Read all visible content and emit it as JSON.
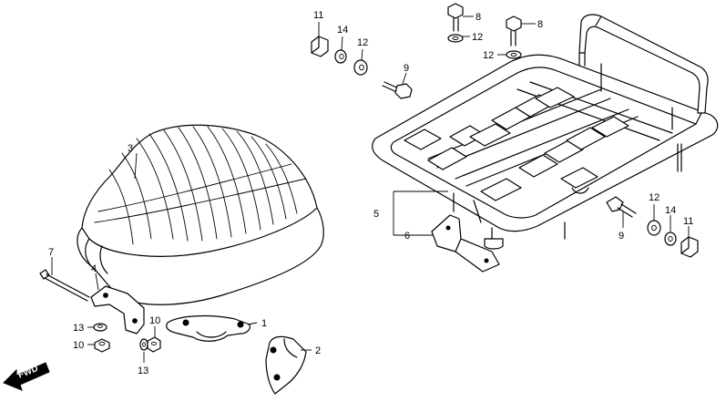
{
  "callouts": {
    "c1": "1",
    "c2": "2",
    "c3": "3",
    "c4": "4",
    "c5": "5",
    "c6": "6",
    "c7": "7",
    "c8a": "8",
    "c8b": "8",
    "c9a": "9",
    "c9b": "9",
    "c10a": "10",
    "c10b": "10",
    "c11a": "11",
    "c11b": "11",
    "c12a": "12",
    "c12b": "12",
    "c12c": "12",
    "c13a": "13",
    "c13b": "13",
    "c14a": "14",
    "c14b": "14"
  },
  "fwd_label": "FWD"
}
